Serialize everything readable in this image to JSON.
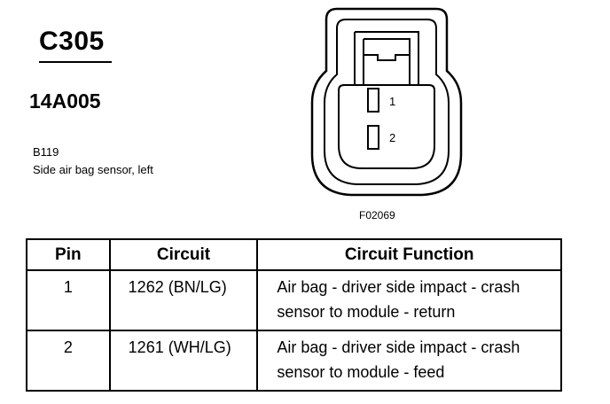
{
  "connector": {
    "id": "C305",
    "part_number": "14A005"
  },
  "component": {
    "code": "B119",
    "description": "Side air bag sensor, left"
  },
  "figure": {
    "code": "F02069",
    "pin_labels": [
      "1",
      "2"
    ]
  },
  "table": {
    "headers": {
      "pin": "Pin",
      "circuit": "Circuit",
      "function": "Circuit Function"
    },
    "rows": [
      {
        "pin": "1",
        "circuit": "1262 (BN/LG)",
        "function": "Air bag - driver side impact - crash sensor to module - return"
      },
      {
        "pin": "2",
        "circuit": "1261 (WH/LG)",
        "function": "Air bag - driver side impact - crash sensor to module - feed"
      }
    ]
  }
}
